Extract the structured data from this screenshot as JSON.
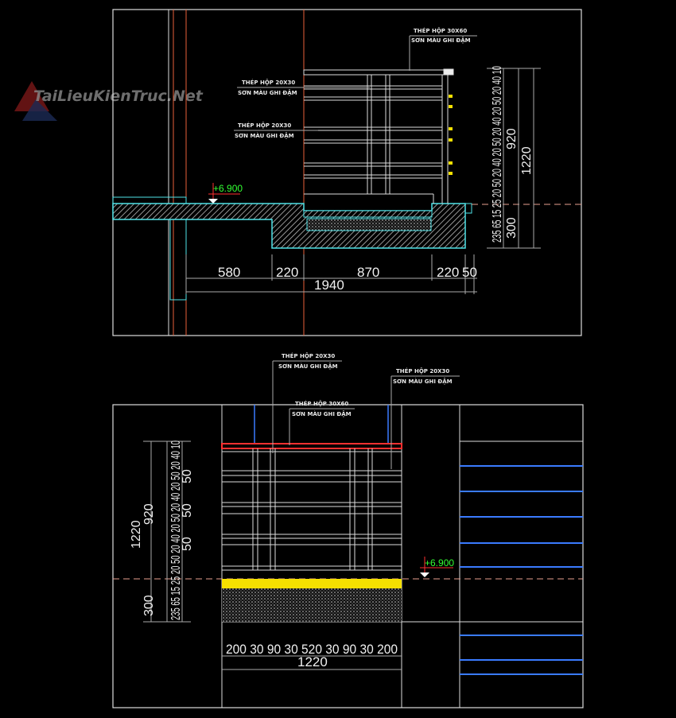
{
  "watermark": "TaiLieuKienTruc.Net",
  "colors": {
    "cyan": "#4fe3e8",
    "red": "#ff3030",
    "orange": "#e8603a",
    "yellow": "#f5e000",
    "blue": "#3a7bff",
    "green": "#33ff33",
    "white": "#e8e8e8"
  },
  "section_view": {
    "labels": [
      {
        "line1": "THÉP HỘP 30X60",
        "line2": "SƠN MÀU GHI ĐẬM"
      },
      {
        "line1": "THÉP HỘP 20X30",
        "line2": "SƠN MÀU GHI ĐẬM"
      },
      {
        "line1": "THÉP HỘP 20X30",
        "line2": "SƠN MÀU GHI ĐẬM"
      }
    ],
    "level": "+6.900",
    "dims_h": [
      "580",
      "220",
      "870",
      "220",
      "50"
    ],
    "dim_total": "1940",
    "dims_v_detail": "235 65 15 25 20 50 20 40 20 50 20 40 20 50 20 40 10",
    "dim_920": "920",
    "dim_1220": "1220",
    "dim_300": "300"
  },
  "elevation_view": {
    "labels": [
      {
        "line1": "THÉP HỘP 20X30",
        "line2": "SƠN MÀU GHI ĐẬM"
      },
      {
        "line1": "THÉP HỘP 20X30",
        "line2": "SƠN MÀU GHI ĐẬM"
      },
      {
        "line1": "THÉP HỘP 30X60",
        "line2": "SƠN MÀU GHI ĐẬM"
      }
    ],
    "level": "+6.900",
    "dims_h": "200 30 90 30 520 30 90 30 200",
    "dim_total": "1220",
    "dims_v_detail": "235 65 15 25 20 50 20 40 20 50 20 40 20 50 20 40 10",
    "dim_920": "920",
    "dim_1220": "1220",
    "dim_300": "300",
    "dim_50": "50"
  }
}
